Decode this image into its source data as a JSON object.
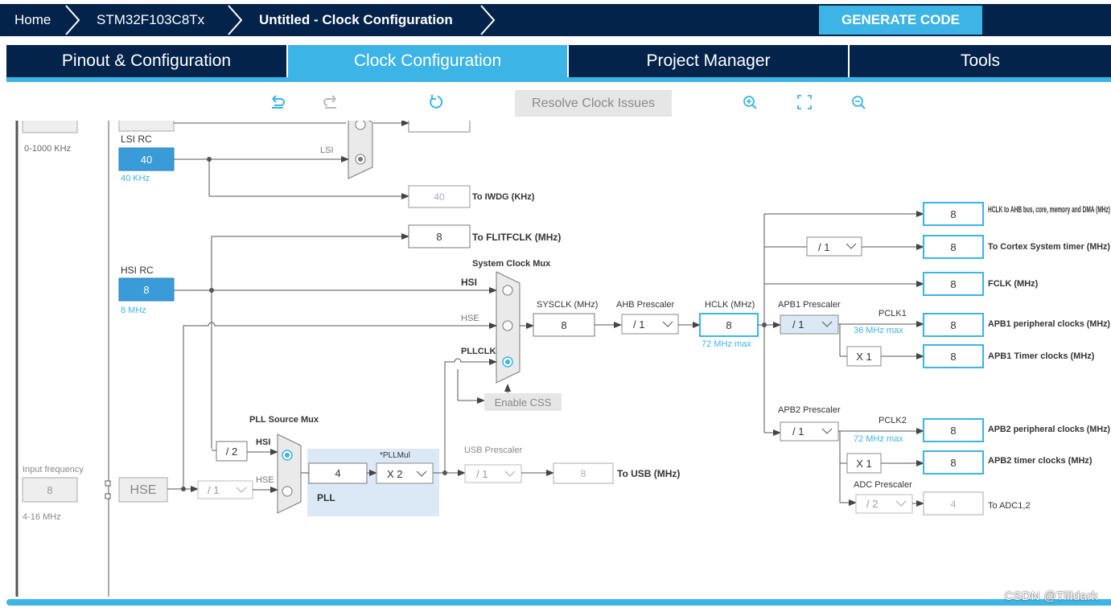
{
  "breadcrumb": {
    "home": "Home",
    "device": "STM32F103C8Tx",
    "project": "Untitled - Clock Configuration"
  },
  "generate_label": "GENERATE CODE",
  "tabs": [
    "Pinout & Configuration",
    "Clock Configuration",
    "Project Manager",
    "Tools"
  ],
  "toolbar": {
    "resolve_label": "Resolve Clock Issues"
  },
  "diagram": {
    "lse_range": "0-1000 KHz",
    "lsi_rc_label": "LSI RC",
    "lsi_value": "40",
    "lsi_sub": "40 KHz",
    "lsi_mux_label": "LSI",
    "iwdg_value": "40",
    "iwdg_label": "To IWDG (KHz)",
    "flitf_value": "8",
    "flitf_label": "To FLITFCLK (MHz)",
    "hsi_rc_label": "HSI RC",
    "hsi_value": "8",
    "hsi_sub": "8 MHz",
    "sysmux_title": "System Clock Mux",
    "sysmux_hsi": "HSI",
    "sysmux_hse": "HSE",
    "sysmux_pll": "PLLCLK",
    "sysclk_label": "SYSCLK (MHz)",
    "sysclk_value": "8",
    "ahb_label": "AHB Prescaler",
    "ahb_value": "/ 1",
    "hclk_label": "HCLK (MHz)",
    "hclk_value": "8",
    "hclk_max": "72 MHz max",
    "enable_css": "Enable CSS",
    "pll_src_title": "PLL Source Mux",
    "pll_src_hsi": "HSI",
    "pll_src_hse": "HSE",
    "hsi_div2": "/ 2",
    "pll_input": "4",
    "pllmul_label": "*PLLMul",
    "pllmul_value": "X 2",
    "pll_label": "PLL",
    "usb_label": "USB Prescaler",
    "usb_div": "/ 1",
    "usb_value": "8",
    "usb_to": "To USB (MHz)",
    "input_freq_label": "Input frequency",
    "hse_input": "8",
    "hse_range": "4-16 MHz",
    "hse_label": "HSE",
    "hse_div": "/ 1",
    "cortex_div": "/ 1",
    "outputs": [
      {
        "value": "8",
        "label": "HCLK to AHB bus, core, memory and DMA (MHz)"
      },
      {
        "value": "8",
        "label": "To Cortex System timer (MHz)"
      },
      {
        "value": "8",
        "label": "FCLK (MHz)"
      },
      {
        "value": "8",
        "label": "APB1 peripheral clocks (MHz)"
      },
      {
        "value": "8",
        "label": "APB1 Timer clocks (MHz)"
      },
      {
        "value": "8",
        "label": "APB2 peripheral clocks (MHz)"
      },
      {
        "value": "8",
        "label": "APB2 timer clocks (MHz)"
      },
      {
        "value": "4",
        "label": "To ADC1,2"
      }
    ],
    "apb1_label": "APB1 Prescaler",
    "apb1_value": "/ 1",
    "pclk1_label": "PCLK1",
    "pclk1_max": "36 MHz max",
    "apb1_timer_mul": "X 1",
    "apb2_label": "APB2 Prescaler",
    "apb2_value": "/ 1",
    "pclk2_label": "PCLK2",
    "pclk2_max": "72 MHz max",
    "apb2_timer_mul": "X 1",
    "adc_label": "ADC Prescaler",
    "adc_value": "/ 2"
  },
  "watermark": "CSDN @Tilldark",
  "colors": {
    "navy": "#03234b",
    "accent": "#3cb4e6",
    "highlight": "#dbe9f6"
  }
}
